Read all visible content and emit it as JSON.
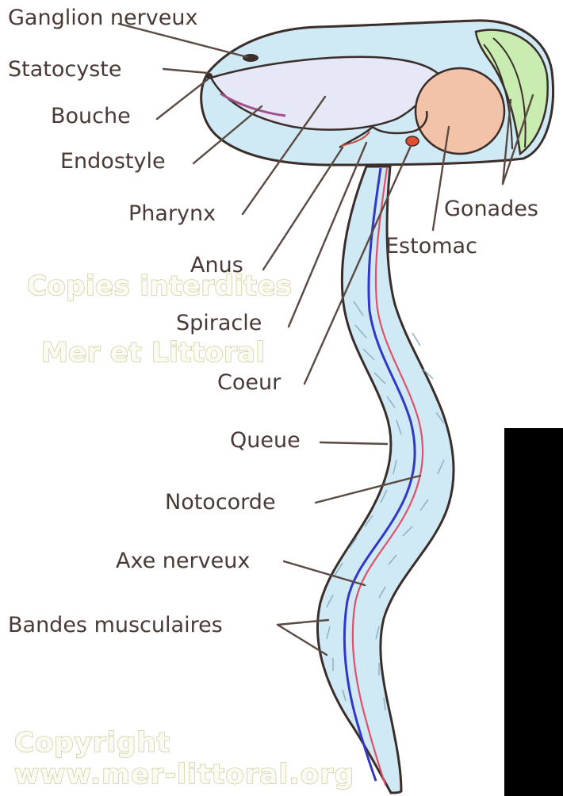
{
  "labels": {
    "ganglion": "Ganglion nerveux",
    "statocyste": "Statocyste",
    "bouche": "Bouche",
    "endostyle": "Endostyle",
    "pharynx": "Pharynx",
    "anus": "Anus",
    "spiracle": "Spiracle",
    "coeur": "Coeur",
    "queue": "Queue",
    "notocorde": "Notocorde",
    "axe_nerveux": "Axe nerveux",
    "bandes_musculaires": "Bandes musculaires",
    "gonades": "Gonades",
    "estomac": "Estomac"
  },
  "watermarks": {
    "copies": "Copies interdites",
    "mer": "Mer et Littoral",
    "copyright": "Copyright",
    "url": "www.mer-littoral.org"
  },
  "colors": {
    "body_fill": "#cfe9f5",
    "outline": "#3b2e2a",
    "stomach": "#f2c3a8",
    "gonads": "#c9ecb0",
    "pharynx": "#e6e8f8",
    "nerve_axis": "#3436c8",
    "notochord": "#e0506a",
    "black_panel": "#000000"
  }
}
